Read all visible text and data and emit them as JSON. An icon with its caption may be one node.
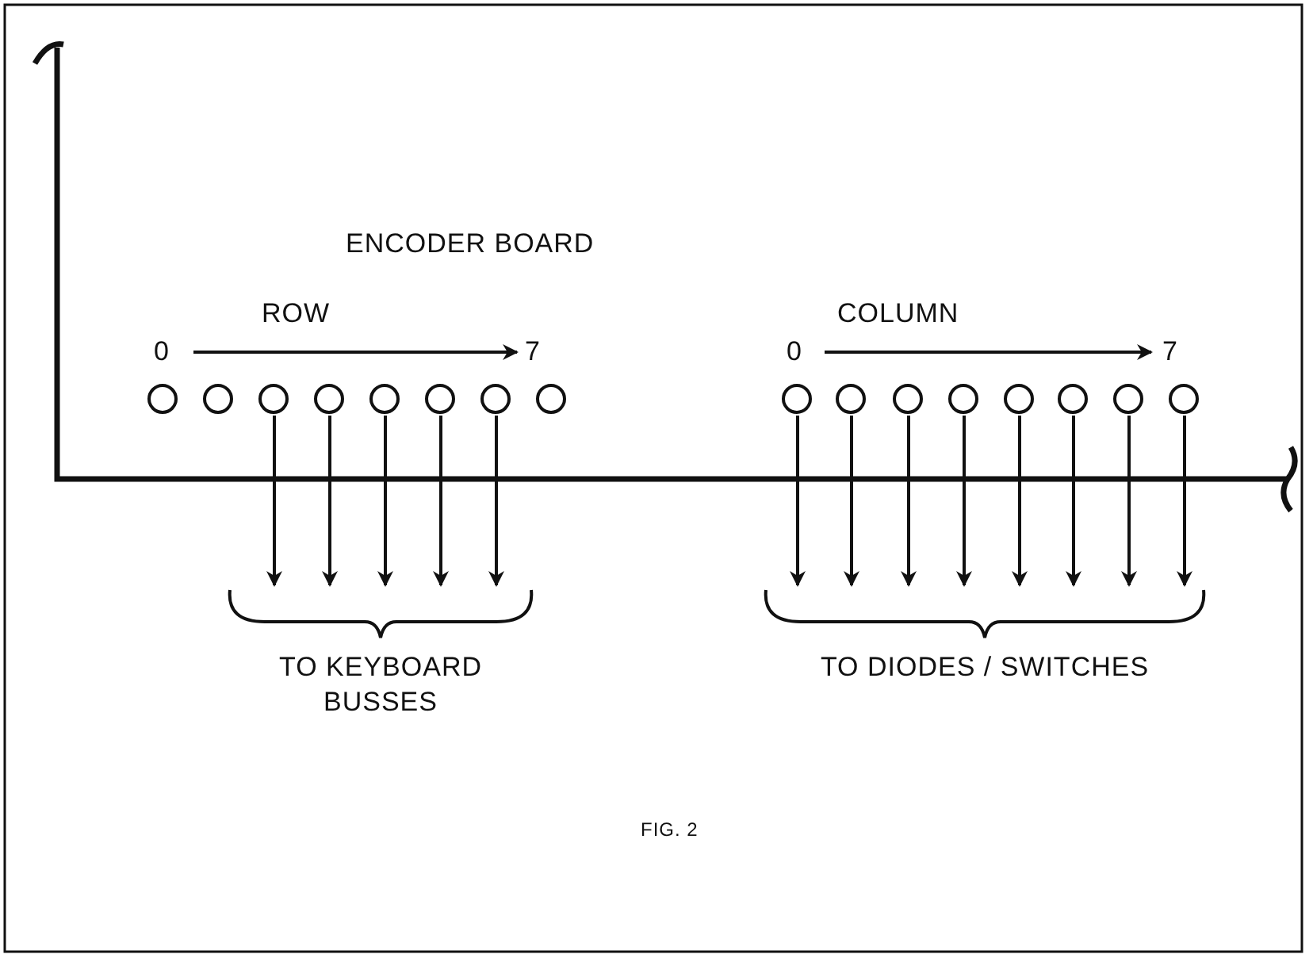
{
  "diagram": {
    "caption": "FIG. 2",
    "nodes": [
      {
        "text": [],
        "shape": "circle"
      },
      {
        "text": [],
        "shape": "circle"
      },
      {
        "text": [],
        "shape": "circle"
      },
      {
        "text": [],
        "shape": "circle"
      },
      {
        "text": [],
        "shape": "circle"
      },
      {
        "text": [],
        "shape": "circle"
      },
      {
        "text": [],
        "shape": "circle"
      },
      {
        "text": [],
        "shape": "circle"
      },
      {
        "text": [],
        "shape": "circle"
      },
      {
        "text": [],
        "shape": "circle"
      },
      {
        "text": [],
        "shape": "circle"
      },
      {
        "text": [],
        "shape": "circle"
      },
      {
        "text": [],
        "shape": "circle"
      },
      {
        "text": [],
        "shape": "circle"
      },
      {
        "text": [],
        "shape": "circle"
      },
      {
        "text": [],
        "shape": "circle"
      },
      {
        "text": [
          "TO KEYBOARD BUSSES"
        ]
      },
      {
        "text": [
          "TO DIODES / SWITCHES"
        ]
      }
    ],
    "edges": [
      {
        "from": 2,
        "to": 16,
        "arrow": "to"
      },
      {
        "from": 3,
        "to": 16,
        "arrow": "to"
      },
      {
        "from": 4,
        "to": 16,
        "arrow": "to"
      },
      {
        "from": 5,
        "to": 16,
        "arrow": "to"
      },
      {
        "from": 6,
        "to": 16,
        "arrow": "to"
      },
      {
        "from": 8,
        "to": 17,
        "arrow": "to"
      },
      {
        "from": 9,
        "to": 17,
        "arrow": "to"
      },
      {
        "from": 10,
        "to": 17,
        "arrow": "to"
      },
      {
        "from": 11,
        "to": 17,
        "arrow": "to"
      },
      {
        "from": 12,
        "to": 17,
        "arrow": "to"
      },
      {
        "from": 13,
        "to": 17,
        "arrow": "to"
      },
      {
        "from": 14,
        "to": 17,
        "arrow": "to"
      },
      {
        "from": 15,
        "to": 17,
        "arrow": "to"
      }
    ],
    "labels": [
      "ENCODER BOARD",
      "ROW",
      "COLUMN",
      "0",
      "7",
      "0",
      "7"
    ]
  }
}
